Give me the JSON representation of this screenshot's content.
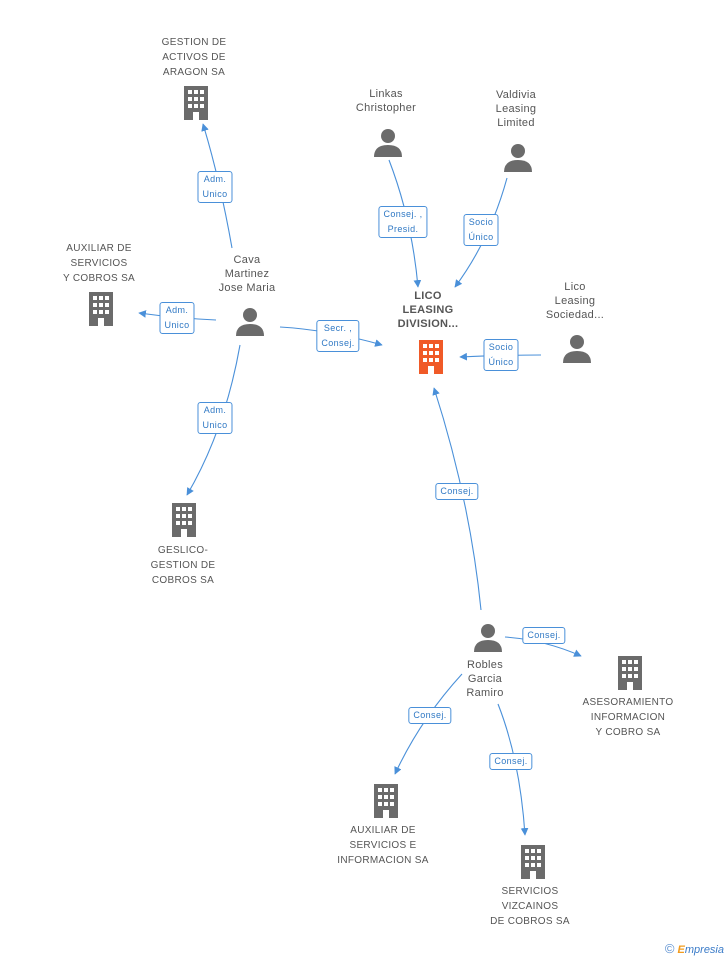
{
  "colors": {
    "edge": "#4a90d9",
    "person_icon": "#6b6b6b",
    "company_icon": "#6b6b6b",
    "main_company_icon": "#f05a28"
  },
  "nodes": {
    "gestion_aragon": {
      "label": "GESTION DE\nACTIVOS DE\nARAGON SA",
      "icon": "building-icon"
    },
    "auxiliar_cobros": {
      "label": "AUXILIAR DE\nSERVICIOS\nY COBROS SA",
      "icon": "building-icon"
    },
    "cava": {
      "label": "Cava\nMartinez\nJose Maria",
      "icon": "person-icon"
    },
    "geslico": {
      "label": "GESLICO-\nGESTION DE\nCOBROS SA",
      "icon": "building-icon"
    },
    "linkas": {
      "label": "Linkas\nChristopher",
      "icon": "person-icon"
    },
    "valdivia": {
      "label": "Valdivia\nLeasing\nLimited",
      "icon": "person-icon"
    },
    "lico_main": {
      "label": "LICO\nLEASING\nDIVISION...",
      "icon": "building-icon"
    },
    "lico_sociedad": {
      "label": "Lico\nLeasing\nSociedad...",
      "icon": "person-icon"
    },
    "robles": {
      "label": "Robles\nGarcia\nRamiro",
      "icon": "person-icon"
    },
    "asesoramiento": {
      "label": "ASESORAMIENTO\nINFORMACION\nY COBRO SA",
      "icon": "building-icon"
    },
    "auxiliar_info": {
      "label": "AUXILIAR DE\nSERVICIOS E\nINFORMACION SA",
      "icon": "building-icon"
    },
    "vizcainos": {
      "label": "SERVICIOS\nVIZCAINOS\nDE COBROS SA",
      "icon": "building-icon"
    }
  },
  "edges": {
    "cava_aragon": "Adm.\nUnico",
    "cava_auxiliar": "Adm.\nUnico",
    "cava_lico": "Secr. ,\nConsej.",
    "cava_geslico": "Adm.\nUnico",
    "linkas_lico": "Consej. ,\nPresid.",
    "valdivia_lico": "Socio\nÚnico",
    "licosoc_lico": "Socio\nÚnico",
    "robles_lico": "Consej.",
    "robles_asesoramiento": "Consej.",
    "robles_auxiliar_info": "Consej.",
    "robles_vizcainos": "Consej."
  },
  "footer": {
    "copyright": "©",
    "brand_first": "E",
    "brand_rest": "mpresia"
  }
}
